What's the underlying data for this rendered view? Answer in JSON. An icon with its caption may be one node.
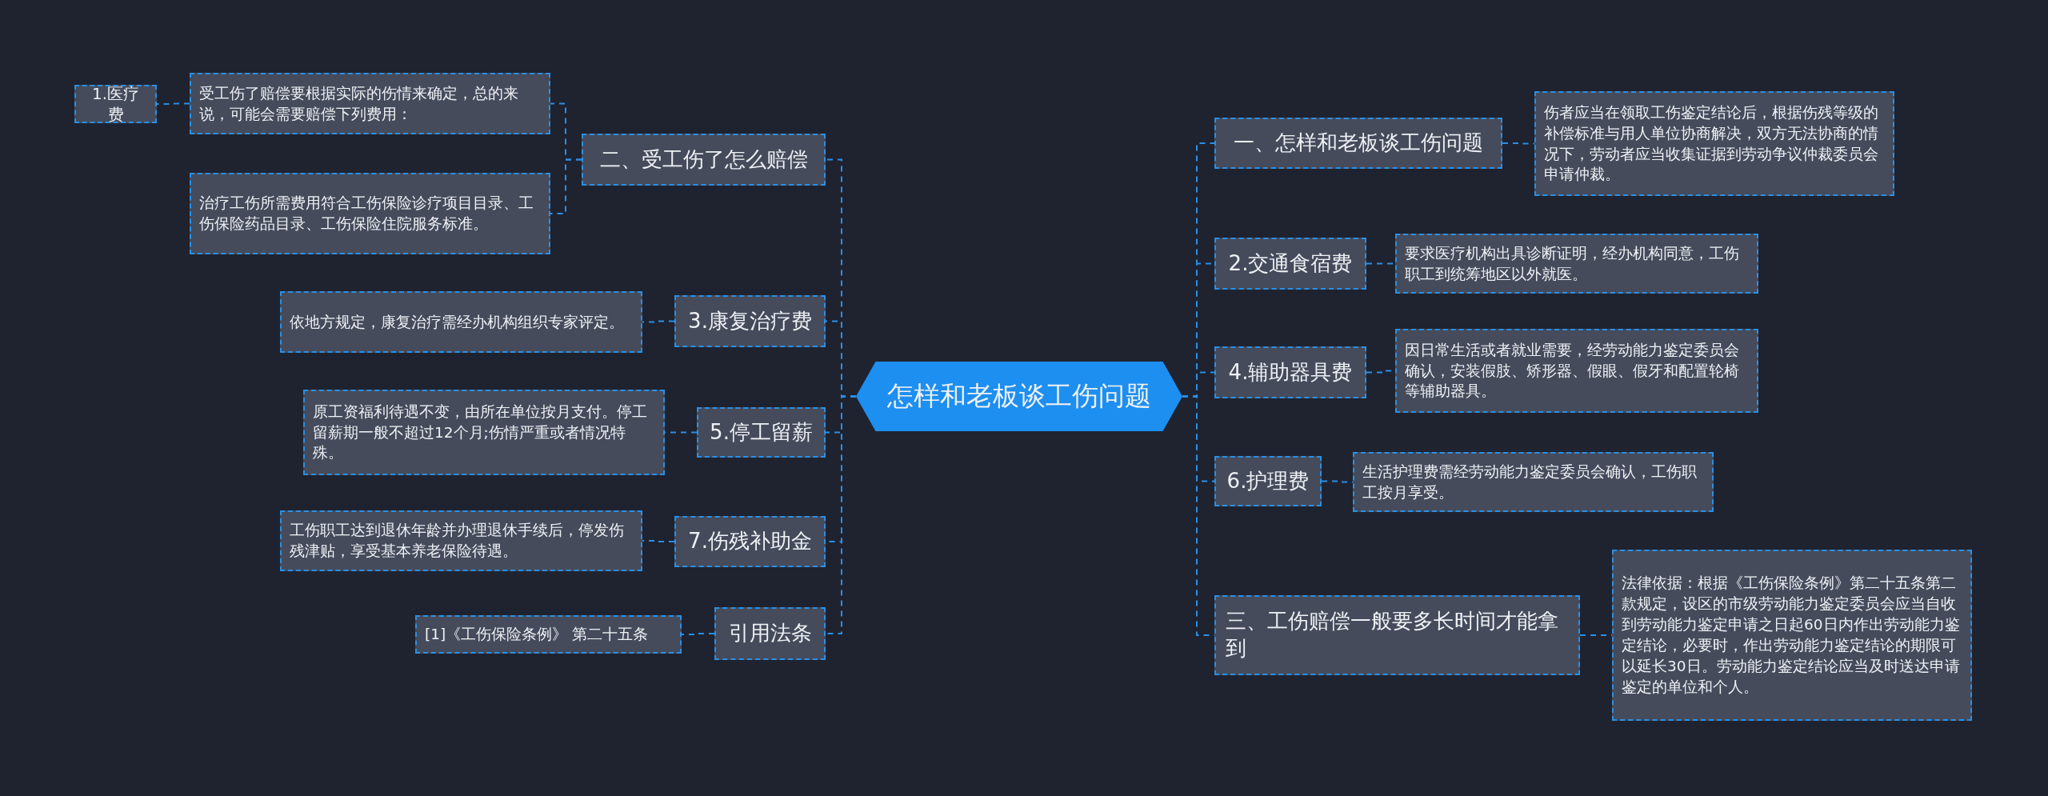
{
  "diagram": {
    "nodes": [
      {
        "text": [
          "怎样和老板谈工伤问题"
        ]
      },
      {
        "text": [
          "二、受工伤了怎么赔偿"
        ]
      },
      {
        "text": [
          "受工伤了赔偿要根据实际的伤情来确定，总的来说，可能会需要赔偿下列费用："
        ]
      },
      {
        "text": [
          "1.医疗费"
        ]
      },
      {
        "text": [
          "治疗工伤所需费用符合工伤保险诊疗项目目录、工伤保险药品目录、工伤保险住院服务标准。"
        ]
      },
      {
        "text": [
          "3.康复治疗费"
        ]
      },
      {
        "text": [
          "依地方规定，康复治疗需经办机构组织专家评定。"
        ]
      },
      {
        "text": [
          "5.停工留薪"
        ]
      },
      {
        "text": [
          "原工资福利待遇不变，由所在单位按月支付。停工留薪期一般不超过12个月;伤情严重或者情况特殊。"
        ]
      },
      {
        "text": [
          "7.伤残补助金"
        ]
      },
      {
        "text": [
          "工伤职工达到退休年龄并办理退休手续后，停发伤残津贴，享受基本养老保险待遇。"
        ]
      },
      {
        "text": [
          "引用法条"
        ]
      },
      {
        "text": [
          "[1]《工伤保险条例》 第二十五条"
        ]
      },
      {
        "text": [
          "一、怎样和老板谈工伤问题"
        ]
      },
      {
        "text": [
          "伤者应当在领取工伤鉴定结论后，根据伤残等级的补偿标准与用人单位协商解决，双方无法协商的情况下，劳动者应当收集证据到劳动争议仲裁委员会申请仲裁。"
        ]
      },
      {
        "text": [
          "2.交通食宿费"
        ]
      },
      {
        "text": [
          "要求医疗机构出具诊断证明，经办机构同意，工伤职工到统筹地区以外就医。"
        ]
      },
      {
        "text": [
          "4.辅助器具费"
        ]
      },
      {
        "text": [
          "因日常生活或者就业需要，经劳动能力鉴定委员会确认，安装假肢、矫形器、假眼、假牙和配置轮椅等辅助器具。"
        ]
      },
      {
        "text": [
          "6.护理费"
        ]
      },
      {
        "text": [
          "生活护理费需经劳动能力鉴定委员会确认，工伤职工按月享受。"
        ]
      },
      {
        "text": [
          "三、工伤赔偿一般要多长时间才能拿到"
        ]
      },
      {
        "text": [
          "法律依据：根据《工伤保险条例》第二十五条第二款规定，设区的市级劳动能力鉴定委员会应当自收到劳动能力鉴定申请之日起60日内作出劳动能力鉴定结论，必要时，作出劳动能力鉴定结论的期限可以延长30日。劳动能力鉴定结论应当及时送达申请鉴定的单位和个人。"
        ]
      }
    ],
    "edges": [
      {
        "from": 0,
        "to": 1,
        "arrow": "none"
      },
      {
        "from": 1,
        "to": 2,
        "arrow": "none"
      },
      {
        "from": 2,
        "to": 3,
        "arrow": "none"
      },
      {
        "from": 1,
        "to": 4,
        "arrow": "none"
      },
      {
        "from": 0,
        "to": 5,
        "arrow": "none"
      },
      {
        "from": 5,
        "to": 6,
        "arrow": "none"
      },
      {
        "from": 0,
        "to": 7,
        "arrow": "none"
      },
      {
        "from": 7,
        "to": 8,
        "arrow": "none"
      },
      {
        "from": 0,
        "to": 9,
        "arrow": "none"
      },
      {
        "from": 9,
        "to": 10,
        "arrow": "none"
      },
      {
        "from": 0,
        "to": 11,
        "arrow": "none"
      },
      {
        "from": 11,
        "to": 12,
        "arrow": "none"
      },
      {
        "from": 0,
        "to": 13,
        "arrow": "none"
      },
      {
        "from": 13,
        "to": 14,
        "arrow": "none"
      },
      {
        "from": 0,
        "to": 15,
        "arrow": "none"
      },
      {
        "from": 15,
        "to": 16,
        "arrow": "none"
      },
      {
        "from": 0,
        "to": 17,
        "arrow": "none"
      },
      {
        "from": 17,
        "to": 18,
        "arrow": "none"
      },
      {
        "from": 0,
        "to": 19,
        "arrow": "none"
      },
      {
        "from": 19,
        "to": 20,
        "arrow": "none"
      },
      {
        "from": 0,
        "to": 21,
        "arrow": "none"
      },
      {
        "from": 21,
        "to": 22,
        "arrow": "none"
      }
    ]
  }
}
